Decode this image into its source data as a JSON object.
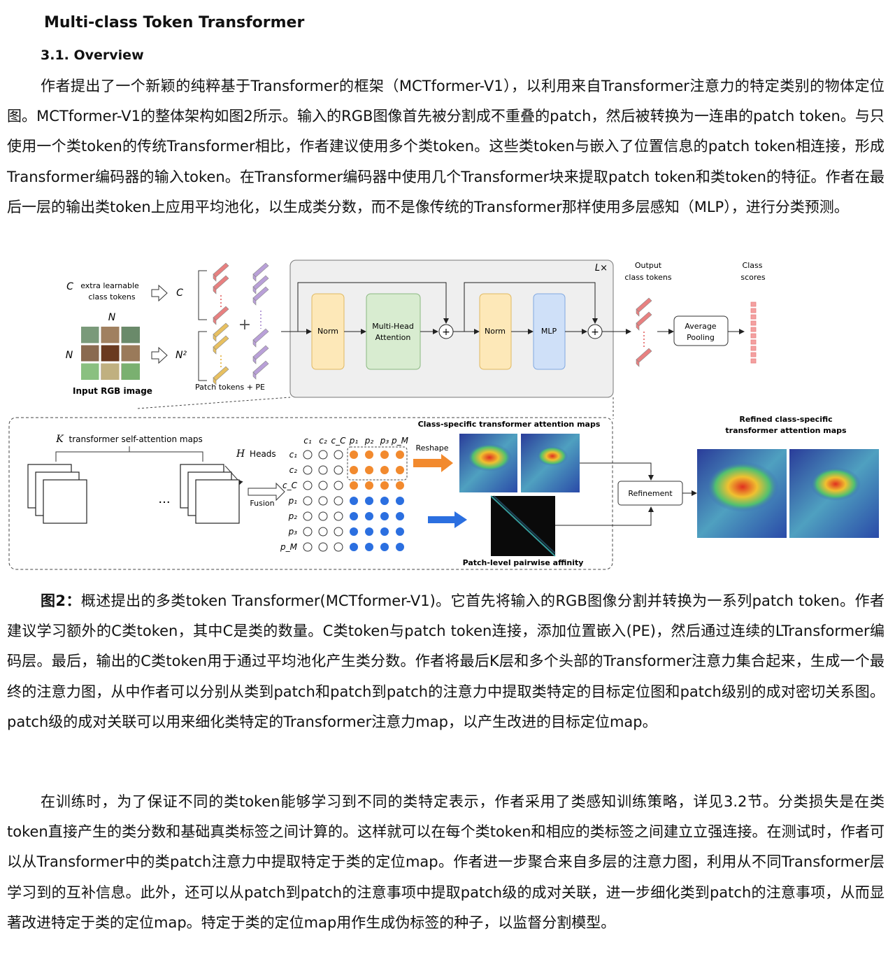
{
  "title": "Multi-class Token Transformer",
  "section": "3.1. Overview",
  "paragraph1": "作者提出了一个新颖的纯粹基于Transformer的框架（MCTformer-V1），以利用来自Transformer注意力的特定类别的物体定位图。MCTformer-V1的整体架构如图2所示。输入的RGB图像首先被分割成不重叠的patch，然后被转换为一连串的patch token。与只使用一个类token的传统Transformer相比，作者建议使用多个类token。这些类token与嵌入了位置信息的patch token相连接，形成Transformer编码器的输入token。在Transformer编码器中使用几个Transformer块来提取patch token和类token的特征。作者在最后一层的输出类token上应用平均池化，以生成类分数，而不是像传统的Transformer那样使用多层感知（MLP），进行分类预测。",
  "caption_label": "图2：",
  "caption_text": "概述提出的多类token Transformer(MCTformer-V1)。它首先将输入的RGB图像分割并转换为一系列patch token。作者建议学习额外的C类token，其中C是类的数量。C类token与patch token连接，添加位置嵌入(PE)，然后通过连续的LTransformer编码层。最后，输出的C类token用于通过平均池化产生类分数。作者将最后K层和多个头部的Transformer注意力集合起来，生成一个最终的注意力图，从中作者可以分别从类到patch和patch到patch的注意力中提取类特定的目标定位图和patch级别的成对密切关系图。patch级的成对关联可以用来细化类特定的Transformer注意力map，以产生改进的目标定位map。",
  "paragraph2": "在训练时，为了保证不同的类token能够学习到不同的类特定表示，作者采用了类感知训练策略，详见3.2节。分类损失是在类token直接产生的类分数和基础真类标签之间计算的。这样就可以在每个类token和相应的类标签之间建立立强连接。在测试时，作者可以从Transformer中的类patch注意力中提取特定于类的定位map。作者进一步聚合来自多层的注意力图，利用从不同Transformer层学习到的互补信息。此外，还可以从patch到patch的注意事项中提取patch级的成对关联，进一步细化类到patch的注意事项，从而显著改进特定于类的定位map。特定于类的定位map用作生成伪标签的种子，以监督分割模型。",
  "figure": {
    "extra_tokens_var": "C",
    "extra_tokens_label_1": "extra learnable",
    "extra_tokens_label_2": "class tokens",
    "c_var": "C",
    "n_top": "N",
    "n_left": "N",
    "n_sq": "N²",
    "input_label": "Input RGB image",
    "patch_label": "Patch tokens + PE",
    "lx": "L×",
    "norm1": "Norm",
    "mha_1": "Multi-Head",
    "mha_2": "Attention",
    "norm2": "Norm",
    "mlp": "MLP",
    "output_1": "Output",
    "output_2": "class tokens",
    "scores_1": "Class",
    "scores_2": "scores",
    "pool_1": "Average",
    "pool_2": "Pooling",
    "k_var": "K",
    "k_label": "transformer self-attention maps",
    "h_var": "H",
    "h_label": "Heads",
    "fusion": "Fusion",
    "ellipsis": "...",
    "col_labels": [
      "c₁",
      "c₂",
      "c_C",
      "p₁",
      "p₂",
      "p₃",
      "p_M"
    ],
    "row_labels": [
      "c₁",
      "c₂",
      "c_C",
      "p₁",
      "p₂",
      "p₃",
      "p_M"
    ],
    "class_maps_title": "Class-specific transformer attention maps",
    "reshape": "Reshape",
    "affinity_label": "Patch-level pairwise affinity",
    "refinement": "Refinement",
    "refined_1": "Refined class-specific",
    "refined_2": "transformer attention maps",
    "colors": {
      "class_token": "#e88080",
      "patch_token": "#e8c060",
      "pe_token": "#b9a0d8",
      "norm": "#fde8b8",
      "mha": "#d8ecd0",
      "mlp": "#cfe0f8",
      "orange_dot": "#f28a2e",
      "blue_dot": "#2b6fe0"
    }
  }
}
